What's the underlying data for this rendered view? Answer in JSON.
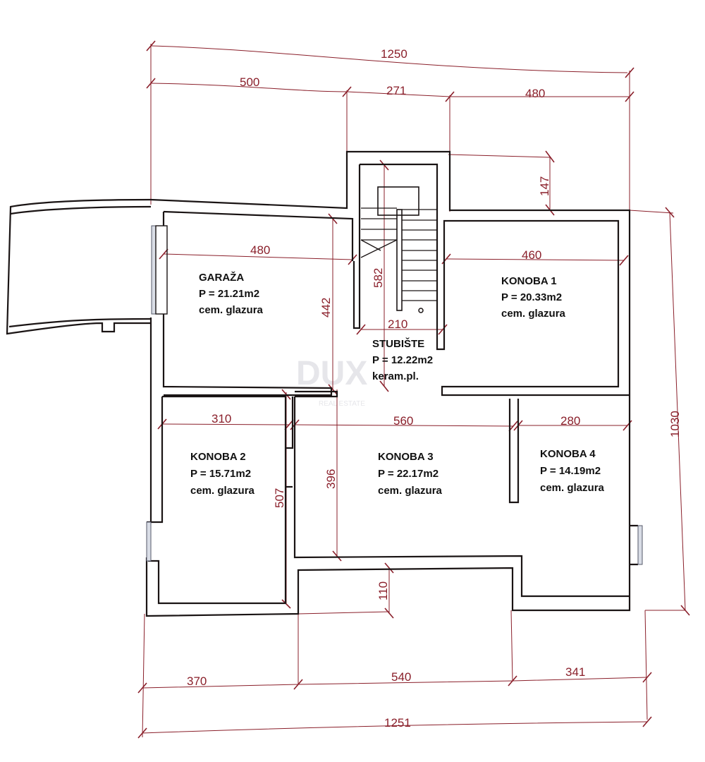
{
  "plan": {
    "watermark": {
      "logo": "DUX",
      "subtitle": "REAL ESTATE"
    },
    "colors": {
      "wall": "#1a1414",
      "dimension": "#8a1f2a",
      "window": "#d9dde6",
      "text": "#111111"
    },
    "dimensions": {
      "top_total": "1250",
      "top_segments": [
        "500",
        "271",
        "480"
      ],
      "stair_offset": "147",
      "right_total": "1030",
      "bottom_segments": [
        "370",
        "540",
        "341"
      ],
      "bottom_total": "1251",
      "bottom_recess": "110",
      "garage_width": "480",
      "garage_depth": "442",
      "stair_length": "582",
      "stair_width": "210",
      "konoba1_width": "460",
      "konoba2_width": "310",
      "konoba2_depth": "507",
      "konoba3_width": "560",
      "konoba3_depth": "396",
      "konoba4_width": "280"
    },
    "rooms": [
      {
        "name": "GARAŽA",
        "area": "P = 21.21m2",
        "floor": "cem. glazura"
      },
      {
        "name": "STUBIŠTE",
        "area": "P = 12.22m2",
        "floor": "keram.pl."
      },
      {
        "name": "KONOBA 1",
        "area": "P = 20.33m2",
        "floor": "cem. glazura"
      },
      {
        "name": "KONOBA 2",
        "area": "P = 15.71m2",
        "floor": "cem. glazura"
      },
      {
        "name": "KONOBA 3",
        "area": "P = 22.17m2",
        "floor": "cem. glazura"
      },
      {
        "name": "KONOBA 4",
        "area": "P = 14.19m2",
        "floor": "cem. glazura"
      }
    ]
  }
}
